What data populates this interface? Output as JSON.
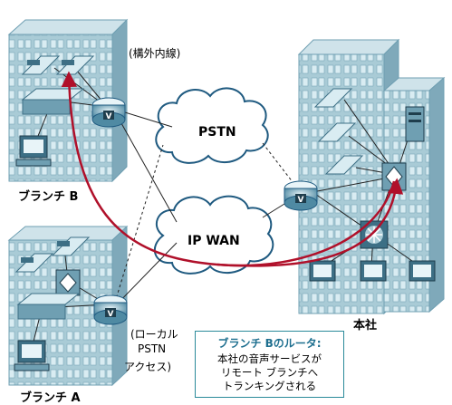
{
  "labels": {
    "pstn": "PSTN",
    "ipwan": "IP WAN",
    "branch_b": "ブランチ B",
    "branch_a": "ブランチ A",
    "hq": "本社",
    "internal_line": "(構外内線)",
    "local_pstn_1": "(ローカル",
    "local_pstn_2": "PSTN",
    "local_pstn_3": "アクセス)"
  },
  "callout": {
    "title": "ブランチ Bのルータ:",
    "lines": [
      "本社の音声サービスが",
      "リモート ブランチへ",
      "トランキングされる"
    ]
  },
  "router_badge": "V",
  "colors": {
    "building": "#a9cbd6",
    "building_dark": "#6f9fb2",
    "cloud_stroke": "#1f5a80",
    "arrow": "#b0102a",
    "callout_border": "#2a8a9a",
    "callout_title": "#1e6f8f"
  }
}
